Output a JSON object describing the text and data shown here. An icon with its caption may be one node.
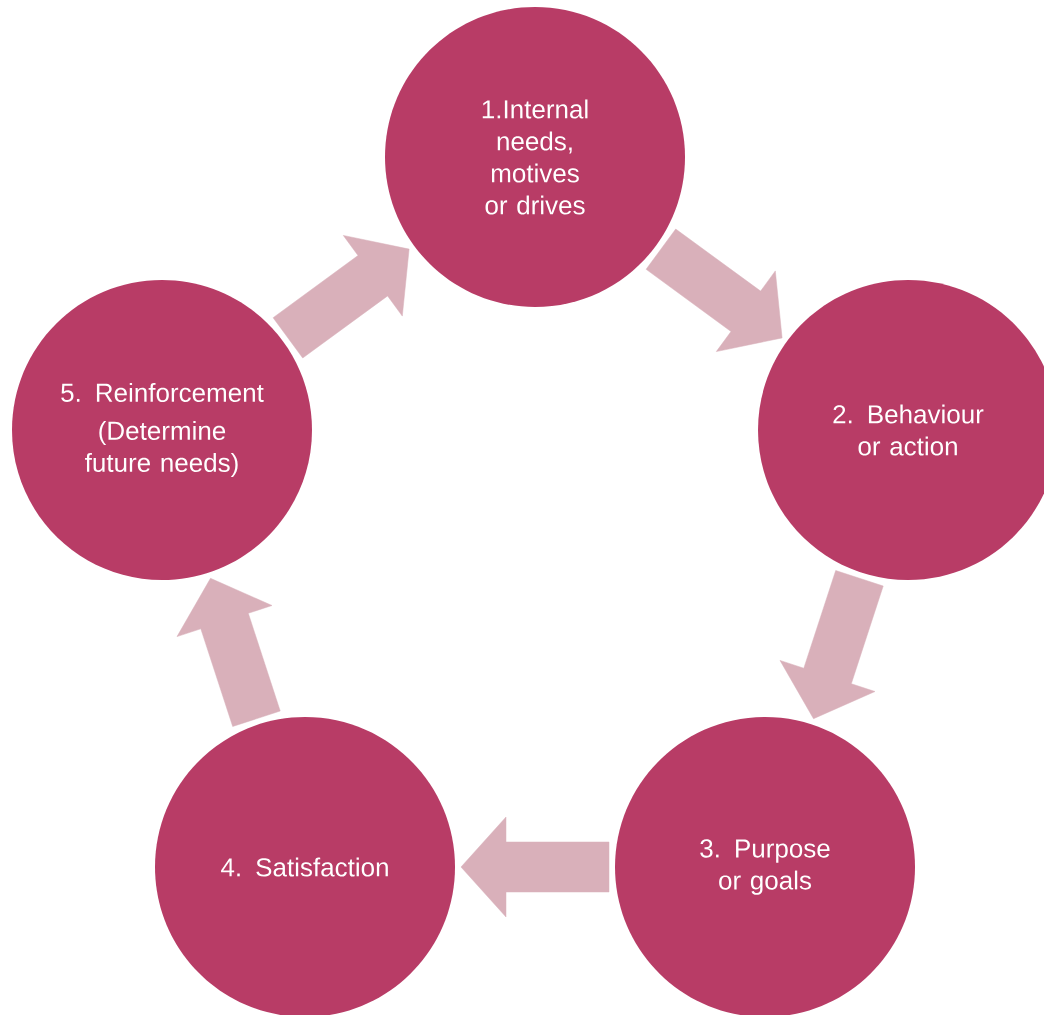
{
  "diagram": {
    "nodes": [
      {
        "text": [
          "1.Internal needs, motives or drives"
        ]
      },
      {
        "text": [
          "2. Behaviour or action"
        ]
      },
      {
        "text": [
          "3. Purpose or goals"
        ]
      },
      {
        "text": [
          "4. Satisfaction"
        ]
      },
      {
        "text": [
          "5. Reinforcement",
          "(Determine future needs)"
        ]
      }
    ],
    "edges": [
      {
        "from": 0,
        "to": 1,
        "arrow": "to"
      },
      {
        "from": 1,
        "to": 2,
        "arrow": "to"
      },
      {
        "from": 2,
        "to": 3,
        "arrow": "to"
      },
      {
        "from": 3,
        "to": 4,
        "arrow": "to"
      },
      {
        "from": 4,
        "to": 0,
        "arrow": "to"
      }
    ]
  }
}
